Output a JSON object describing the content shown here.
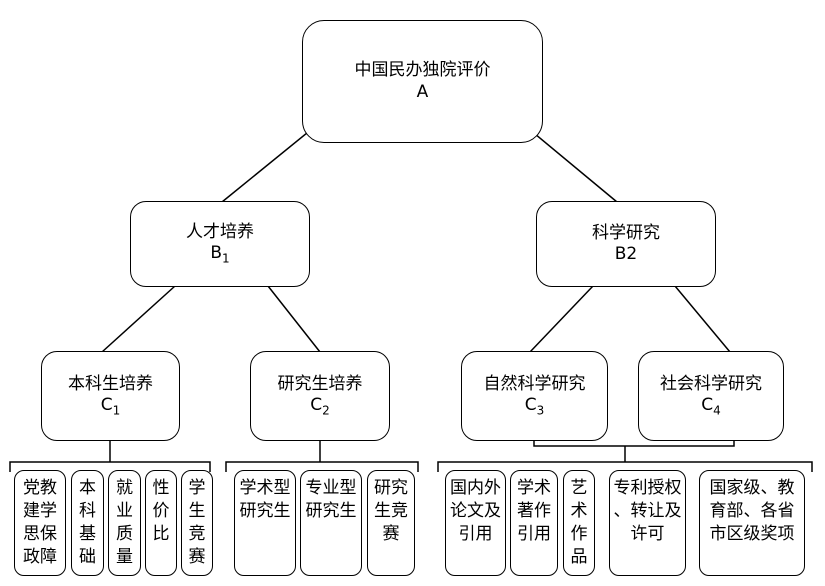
{
  "nodes": {
    "a": {
      "title": "中国民办独院评价",
      "code": "A"
    },
    "b1": {
      "title": "人才培养",
      "code": "B",
      "sub": "1"
    },
    "b2": {
      "title": "科学研究",
      "code": "B2"
    },
    "c1": {
      "title": "本科生培养",
      "code": "C",
      "sub": "1"
    },
    "c2": {
      "title": "研究生培养",
      "code": "C",
      "sub": "2"
    },
    "c3": {
      "title": "自然科学研究",
      "code": "C",
      "sub": "3"
    },
    "c4": {
      "title": "社会科学研究",
      "code": "C",
      "sub": "4"
    }
  },
  "indicators": {
    "c1": [
      "党教\n建学\n思保\n政障",
      "本\n科\n基\n础",
      "就\n业\n质\n量",
      "性\n价\n比",
      "学\n生\n竞\n赛"
    ],
    "c2": [
      "学术型\n研究生",
      "专业型\n研究生",
      "研究\n生竞\n赛"
    ],
    "c34": [
      "国内外\n论文及\n引用",
      "学术\n著作\n引用",
      "艺\n术\n作\n品",
      "专利授权\n、转让及\n许可",
      "国家级、教\n育部、各省\n市区级奖项"
    ]
  }
}
